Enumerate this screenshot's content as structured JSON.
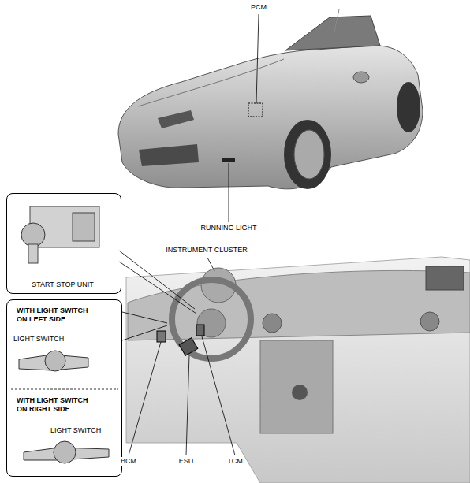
{
  "diagram": {
    "nodes": [
      {
        "text": [
          "START STOP UNIT"
        ]
      },
      {
        "text": [
          "WITH LIGHT SWITCH ON LEFT SIDE",
          "LIGHT SWITCH",
          "WITH LIGHT SWITCH ON RIGHT SIDE",
          "LIGHT SWITCH"
        ]
      }
    ],
    "labels": [
      "PCM",
      "RUNNING LIGHT",
      "INSTRUMENT CLUSTER",
      "BCM",
      "ESU",
      "TCM"
    ]
  }
}
